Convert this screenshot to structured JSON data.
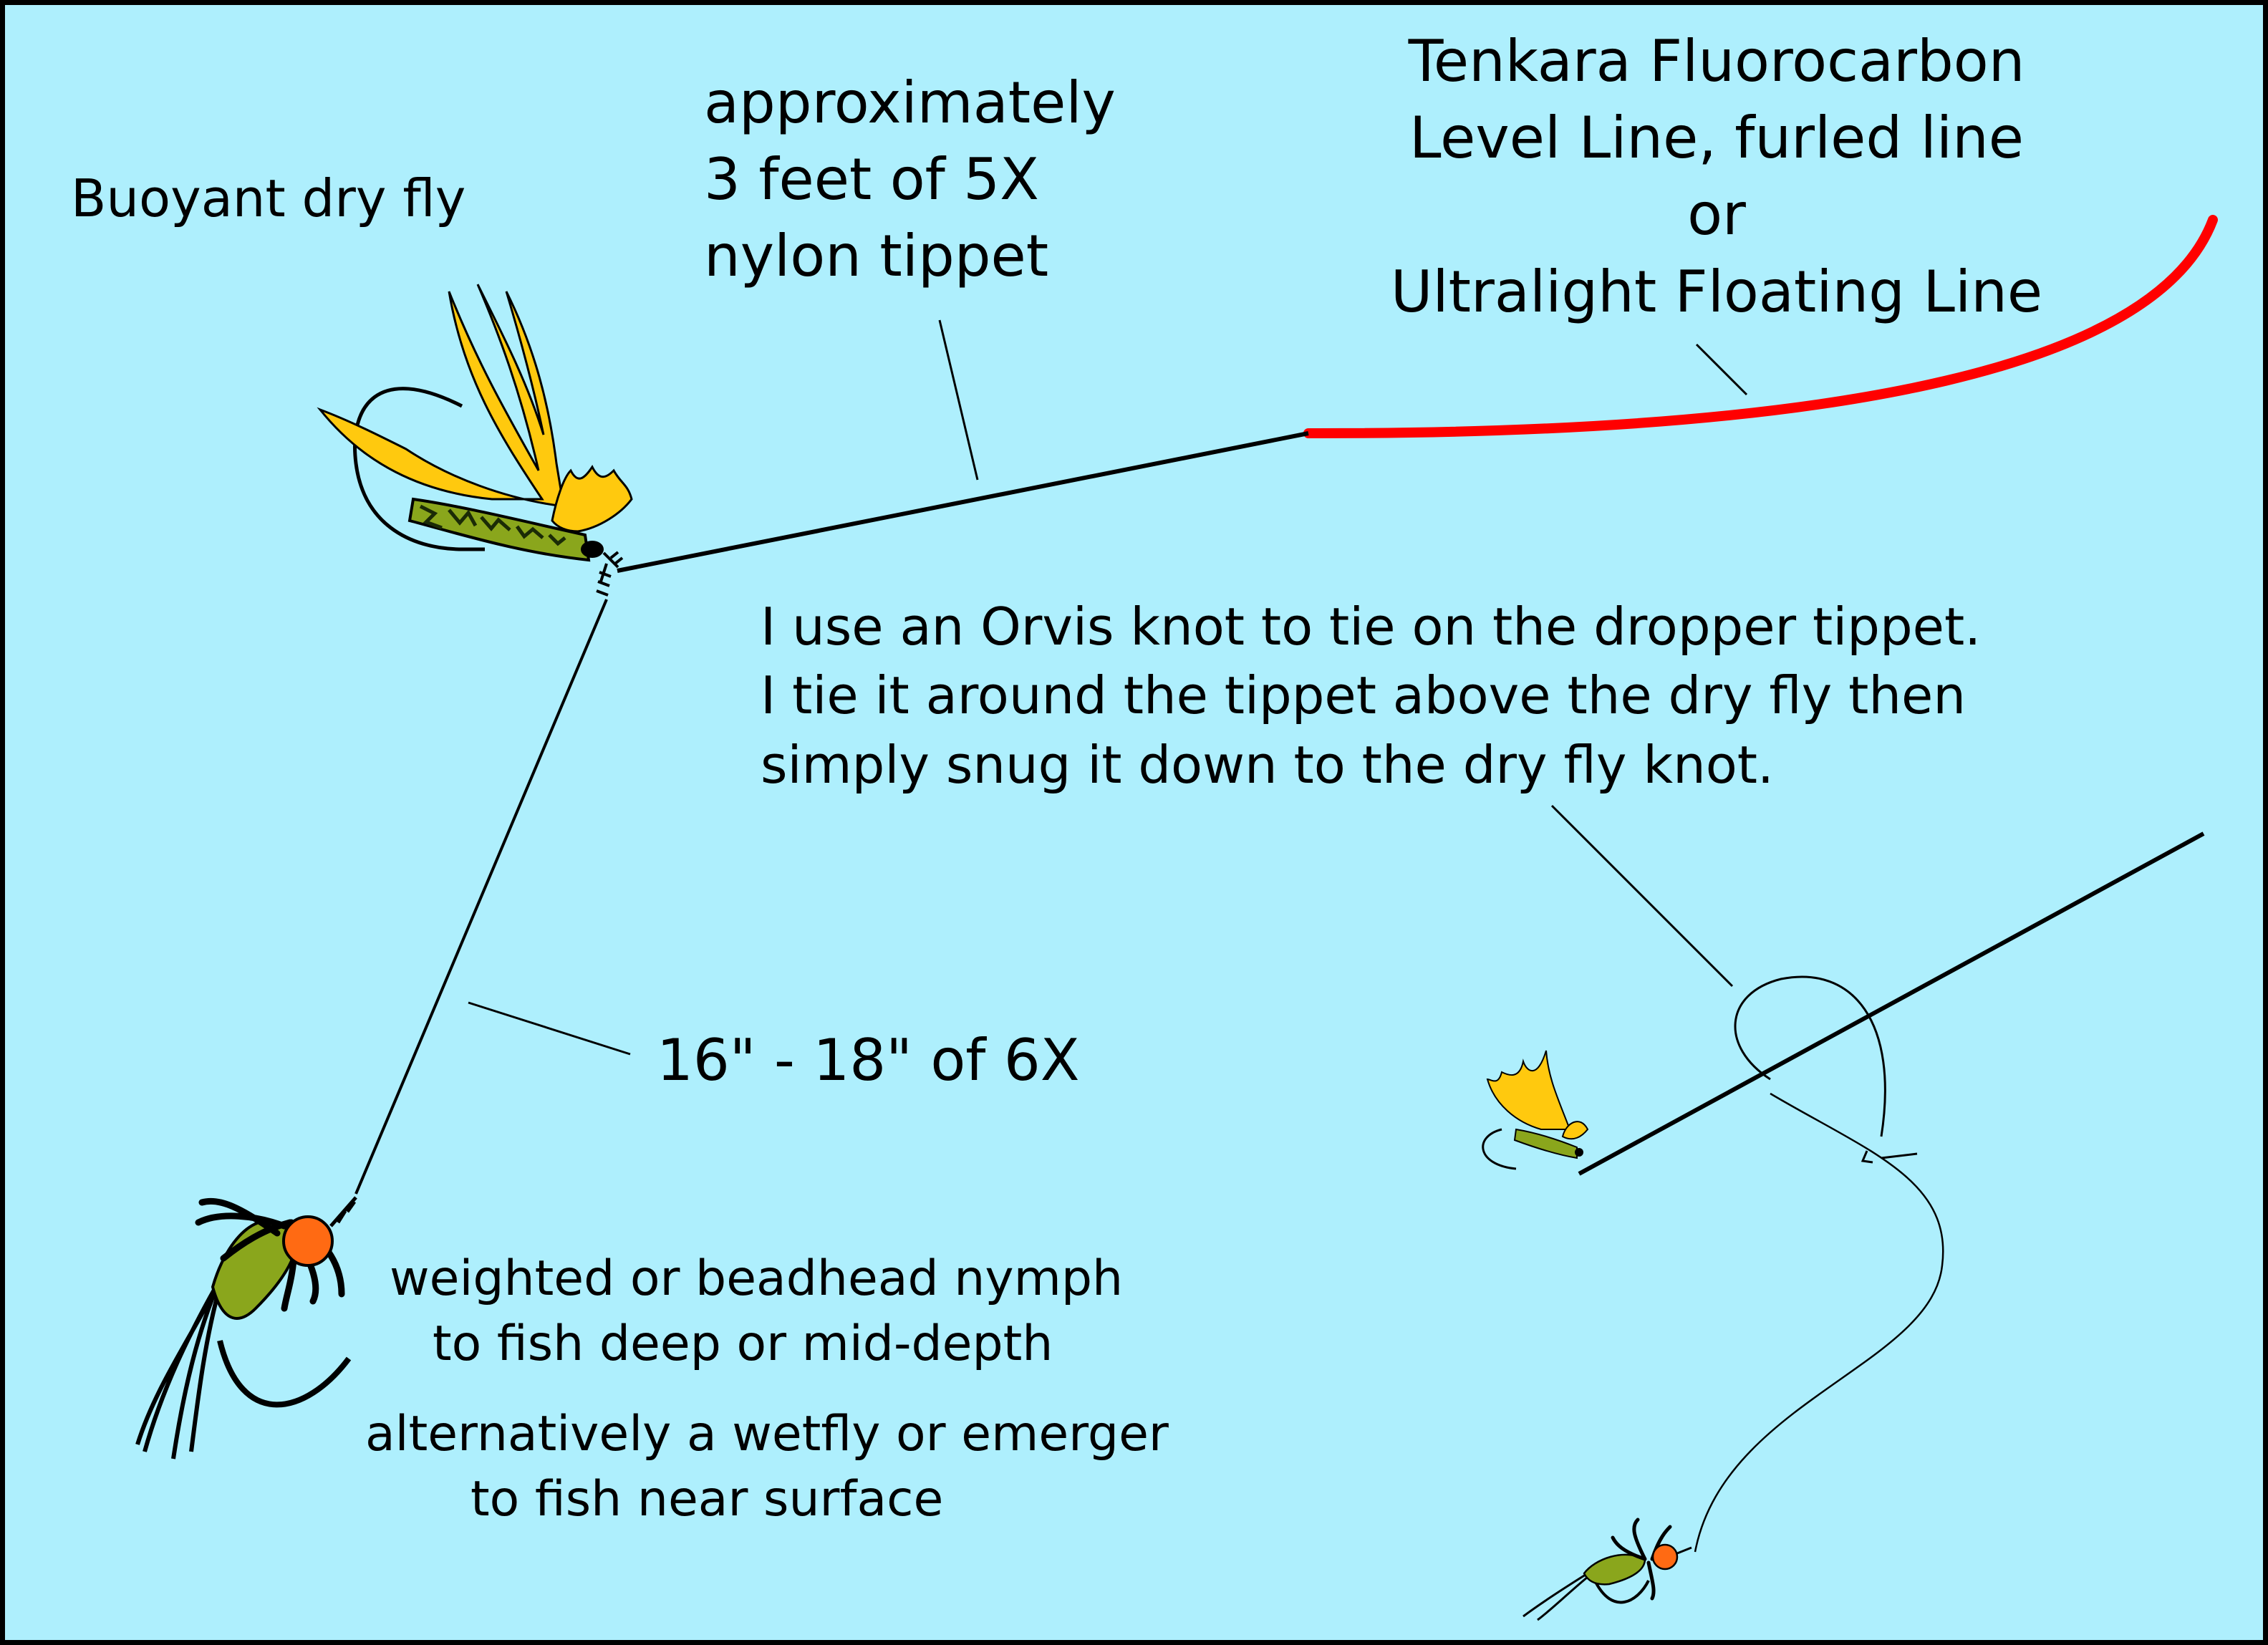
{
  "labels": {
    "dry_fly": "Buoyant dry fly",
    "tippet": [
      "approximately",
      "3 feet of 5X",
      "nylon tippet"
    ],
    "line": [
      "Tenkara Fluorocarbon",
      "Level Line, furled line",
      "or",
      "Ultralight Floating Line"
    ],
    "knot_note": [
      "I use an Orvis knot to tie on the dropper tippet.",
      "I tie it around the tippet above the dry fly then",
      "simply snug it down to the dry fly knot."
    ],
    "dropper": "16\" - 18\" of 6X",
    "nymph": [
      "weighted or beadhead nymph",
      "to fish deep or mid-depth"
    ],
    "alternative": [
      "alternatively a wetfly or emerger",
      "to fish near surface"
    ]
  },
  "colors": {
    "background": "#aeeffd",
    "fly_line": "#ff0000",
    "dry_fly_wing": "#ffc90e",
    "fly_body": "#8aa61c",
    "bead": "#ff6a13",
    "tippet": "#000000"
  }
}
